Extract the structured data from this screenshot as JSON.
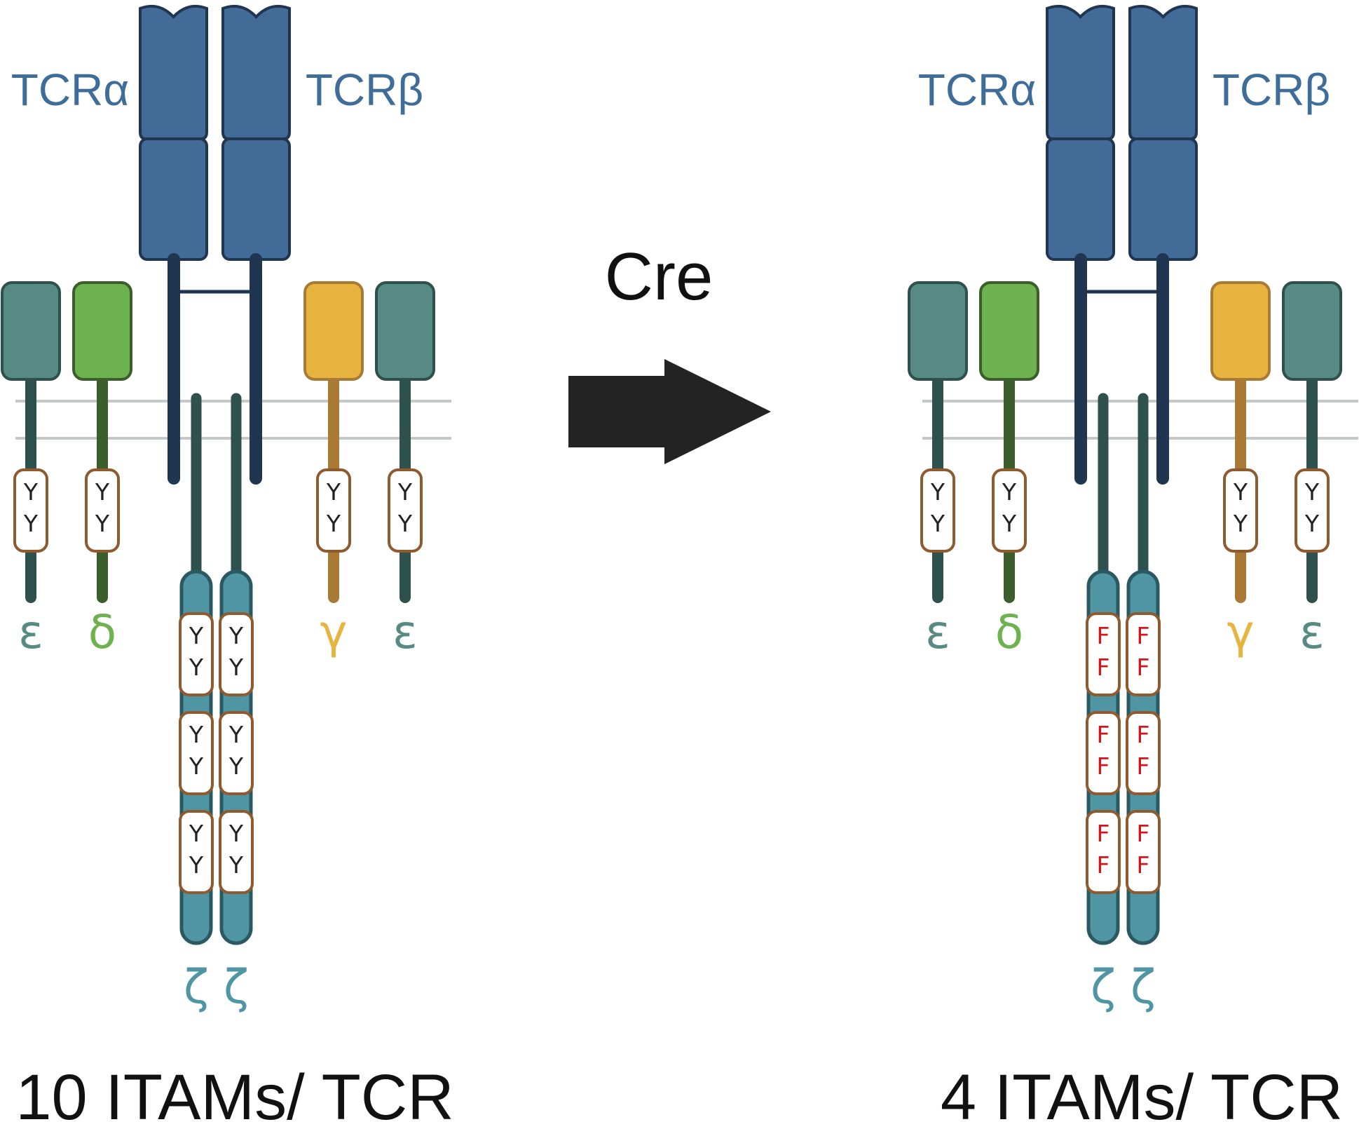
{
  "colors": {
    "tcr_fill": "#426c97",
    "tcr_stroke": "#1f3550",
    "tcr_tail": "#1f3550",
    "epsilon": "#568a83",
    "epsilon_tail": "#2f514d",
    "delta": "#6eb14f",
    "delta_tail": "#3b5e2c",
    "gamma": "#e6b43f",
    "gamma_tail": "#a97a35",
    "zeta_fill": "#4f95a4",
    "zeta_stroke": "#2b5961",
    "zeta_thin": "#2f514d",
    "itam_stroke": "#8f5a2e",
    "membrane": "#c4c8c6",
    "residue_Y": "#222222",
    "residue_F": "#d4161c",
    "arrow": "#232323"
  },
  "arrow_label": "Cre",
  "panels": [
    {
      "id": "before",
      "tcr_alpha_label": "TCRα",
      "tcr_beta_label": "TCRβ",
      "chains": [
        {
          "name": "epsilon",
          "label": "ε",
          "itam": [
            "Y",
            "Y"
          ]
        },
        {
          "name": "delta",
          "label": "δ",
          "itam": [
            "Y",
            "Y"
          ]
        },
        {
          "name": "gamma",
          "label": "γ",
          "itam": [
            "Y",
            "Y"
          ]
        },
        {
          "name": "epsilon",
          "label": "ε",
          "itam": [
            "Y",
            "Y"
          ]
        }
      ],
      "zeta": [
        {
          "label": "ζ",
          "itams": [
            [
              "Y",
              "Y"
            ],
            [
              "Y",
              "Y"
            ],
            [
              "Y",
              "Y"
            ]
          ]
        },
        {
          "label": "ζ",
          "itams": [
            [
              "Y",
              "Y"
            ],
            [
              "Y",
              "Y"
            ],
            [
              "Y",
              "Y"
            ]
          ]
        }
      ],
      "caption": "10 ITAMs/ TCR"
    },
    {
      "id": "after",
      "tcr_alpha_label": "TCRα",
      "tcr_beta_label": "TCRβ",
      "chains": [
        {
          "name": "epsilon",
          "label": "ε",
          "itam": [
            "Y",
            "Y"
          ]
        },
        {
          "name": "delta",
          "label": "δ",
          "itam": [
            "Y",
            "Y"
          ]
        },
        {
          "name": "gamma",
          "label": "γ",
          "itam": [
            "Y",
            "Y"
          ]
        },
        {
          "name": "epsilon",
          "label": "ε",
          "itam": [
            "Y",
            "Y"
          ]
        }
      ],
      "zeta": [
        {
          "label": "ζ",
          "itams": [
            [
              "F",
              "F"
            ],
            [
              "F",
              "F"
            ],
            [
              "F",
              "F"
            ]
          ]
        },
        {
          "label": "ζ",
          "itams": [
            [
              "F",
              "F"
            ],
            [
              "F",
              "F"
            ],
            [
              "F",
              "F"
            ]
          ]
        }
      ],
      "caption": "4 ITAMs/ TCR"
    }
  ]
}
